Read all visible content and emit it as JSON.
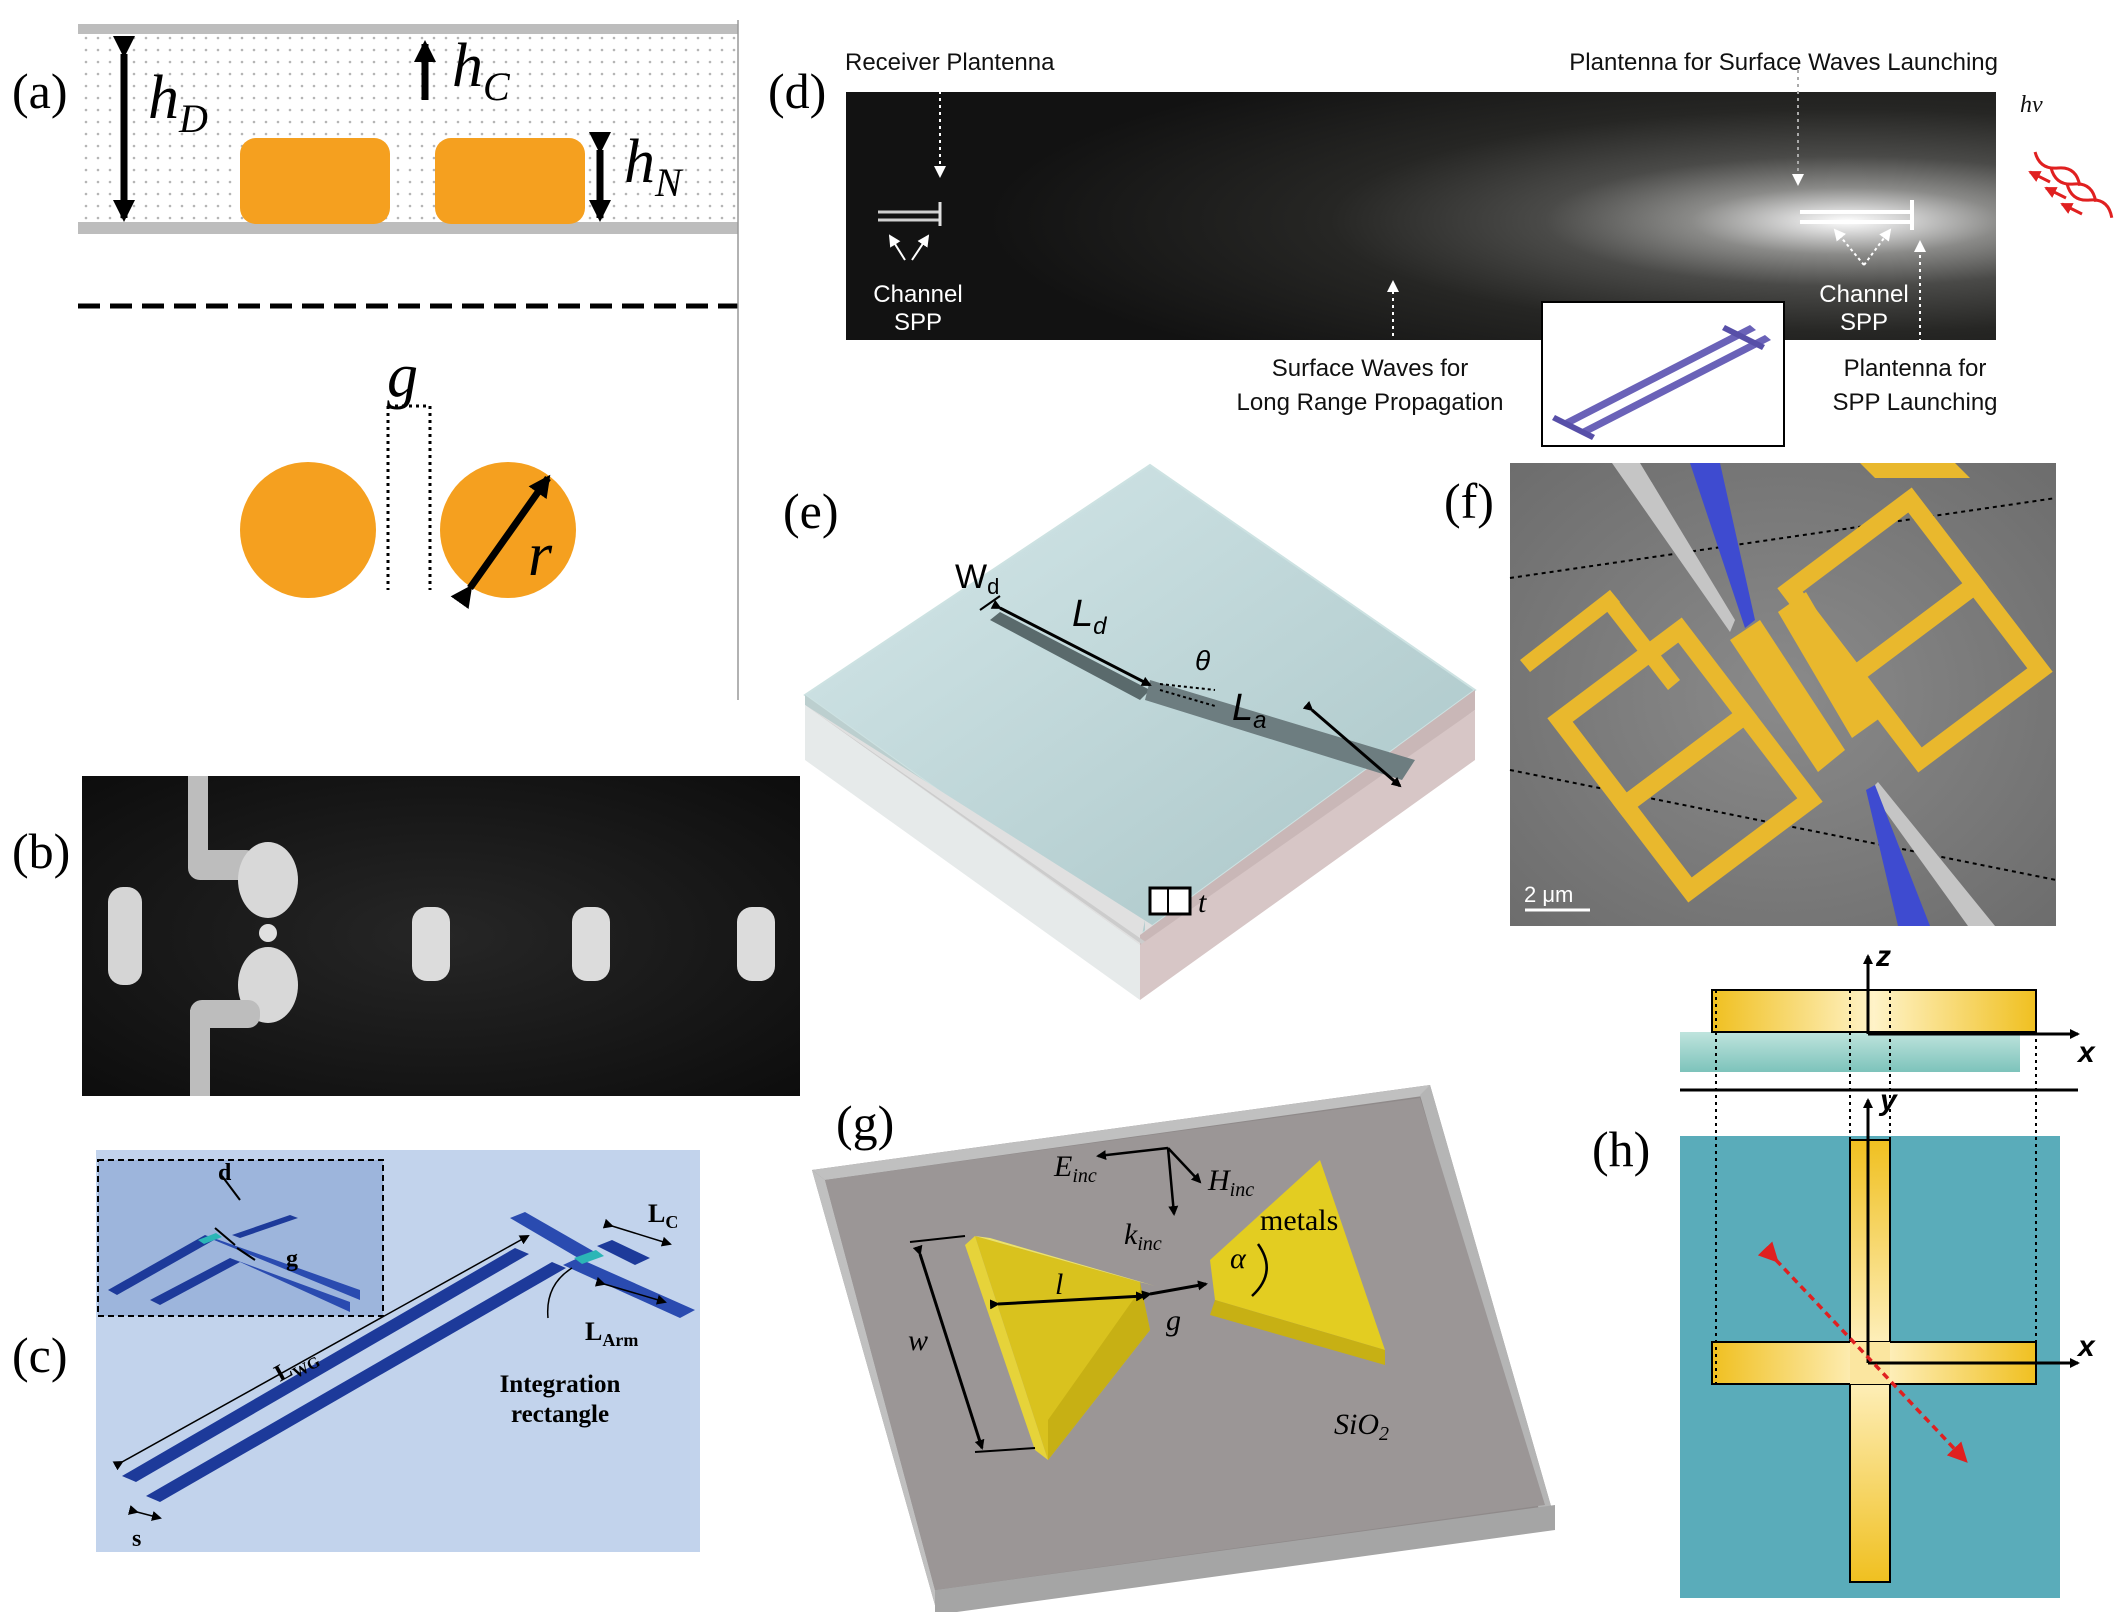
{
  "panel_labels": {
    "a": "(a)",
    "b": "(b)",
    "c": "(c)",
    "d": "(d)",
    "e": "(e)",
    "f": "(f)",
    "g": "(g)",
    "h": "(h)"
  },
  "panel_a": {
    "hD": "h",
    "hD_sub": "D",
    "hC": "h",
    "hC_sub": "C",
    "hN": "h",
    "hN_sub": "N",
    "g": "g",
    "r": "r"
  },
  "panel_c": {
    "d": "d",
    "g": "g",
    "LC": "L",
    "LC_sub": "C",
    "LWG": "L",
    "LWG_sub": "WG",
    "LArm": "L",
    "LArm_sub": "Arm",
    "integration1": "Integration",
    "integration2": "rectangle",
    "s": "s"
  },
  "panel_d": {
    "receiver": "Receiver Plantenna",
    "launching": "Plantenna for Surface Waves Launching",
    "hv": "hv",
    "channel1a": "Channel",
    "channel1b": "SPP",
    "channel2a": "Channel",
    "channel2b": "SPP",
    "surface1": "Surface Waves for",
    "surface2": "Long Range Propagation",
    "spp1": "Plantenna for",
    "spp2": "SPP Launching"
  },
  "panel_e": {
    "Wd": "W",
    "Wd_sub": "d",
    "Ld": "L",
    "Ld_sub": "d",
    "theta": "θ",
    "La": "L",
    "La_sub": "a",
    "t": "t"
  },
  "panel_f": {
    "scale": "2 μm"
  },
  "panel_g": {
    "Einc": "E",
    "Einc_sub": "inc",
    "Hinc": "H",
    "Hinc_sub": "inc",
    "kinc": "k",
    "kinc_sub": "inc",
    "metals": "metals",
    "alpha": "α",
    "w": "w",
    "l": "l",
    "g": "g",
    "sio2": "SiO",
    "sio2_sub": "2"
  },
  "panel_h": {
    "z": "z",
    "x_top": "x",
    "y": "y",
    "x_bottom": "x"
  }
}
